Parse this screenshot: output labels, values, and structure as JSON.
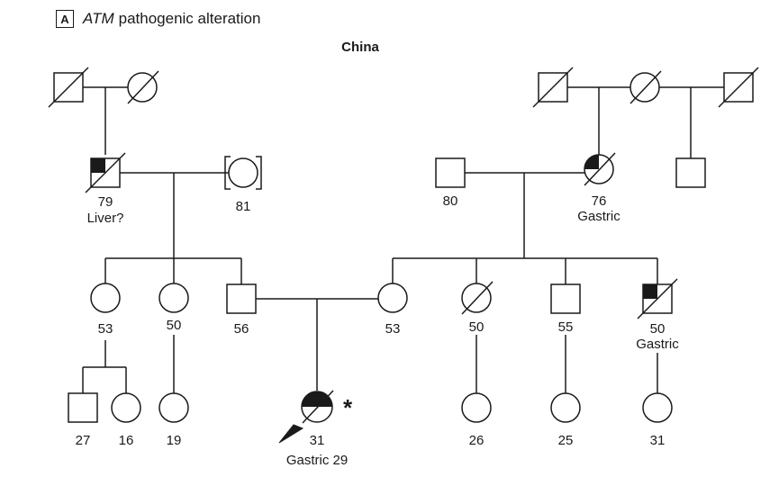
{
  "panel": {
    "label": "A",
    "gene": "ATM",
    "title_suffix": "pathogenic alteration"
  },
  "country": "China",
  "colors": {
    "line": "#1a1a1a",
    "fill": "#ffffff",
    "affected": "#1a1a1a"
  },
  "labels": {
    "pat_grandfather": {
      "age": "79",
      "note": "Liver?"
    },
    "pat_grandmother": {
      "age": "81"
    },
    "mat_grandfather": {
      "age": "80"
    },
    "mat_grandmother": {
      "age": "76",
      "note": "Gastric"
    },
    "aunt1": {
      "age": "53"
    },
    "aunt2": {
      "age": "50"
    },
    "father": {
      "age": "56"
    },
    "mother": {
      "age": "53"
    },
    "maternal_aunt": {
      "age": "50"
    },
    "maternal_uncle1": {
      "age": "55"
    },
    "maternal_uncle2": {
      "age": "50",
      "note": "Gastric"
    },
    "cousin_m27": {
      "age": "27"
    },
    "cousin_f16": {
      "age": "16"
    },
    "cousin_f19": {
      "age": "19"
    },
    "proband": {
      "age": "31",
      "note": "Gastric 29",
      "marker": "*"
    },
    "cousin_f26": {
      "age": "26"
    },
    "cousin_f25": {
      "age": "25"
    },
    "cousin_f31": {
      "age": "31"
    }
  }
}
